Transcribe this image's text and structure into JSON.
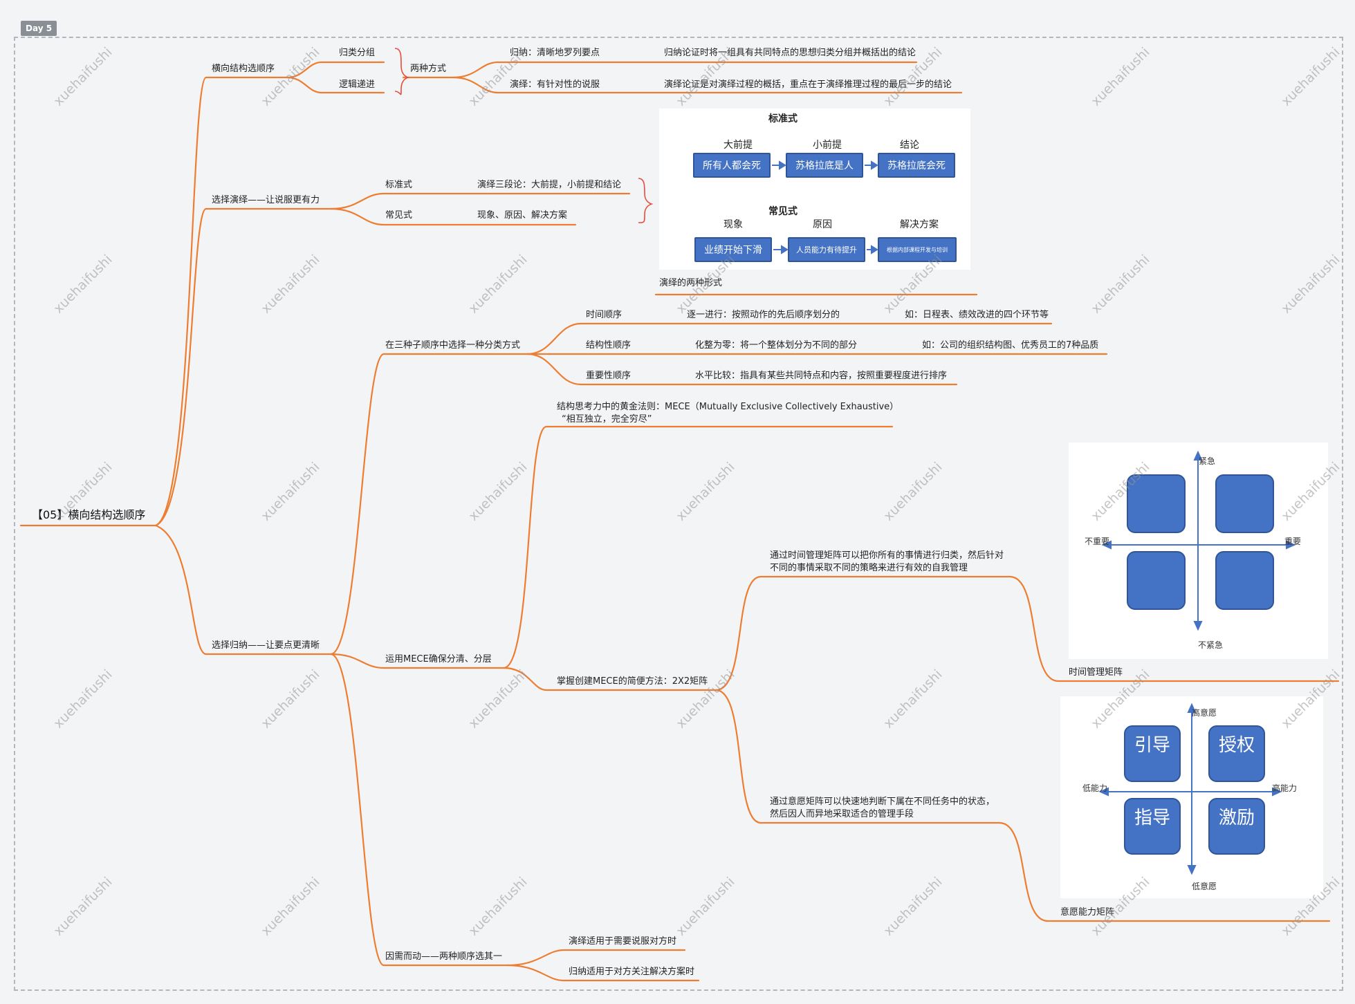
{
  "day_tag": "Day 5",
  "watermark": "xuehaifushi",
  "root": "【05】横向结构选顺序",
  "branches": {
    "b1": {
      "label": "横向结构选顺序",
      "group": "归类分组",
      "logic": "逻辑递进",
      "two_ways": "两种方式",
      "induction": "归纳：清晰地罗列要点",
      "induction_note": "归纳论证时将一组具有共同特点的思想归类分组并概括出的结论",
      "deduction": "演绎：有针对性的说服",
      "deduction_note": "演绎论证是对演绎过程的概括，重点在于演绎推理过程的最后一步的结论"
    },
    "b2": {
      "label": "选择演绎——让说服更有力",
      "standard": "标准式",
      "standard_note": "演绎三段论：大前提，小前提和结论",
      "common": "常见式",
      "common_note": "现象、原因、解决方案",
      "image_caption": "演绎的两种形式"
    },
    "b3": {
      "label": "选择归纳——让要点更清晰",
      "order": {
        "label": "在三种子顺序中选择一种分类方式",
        "time": "时间顺序",
        "time_note": "逐一进行：按照动作的先后顺序划分的",
        "time_example": "如：日程表、绩效改进的四个环节等",
        "structure": "结构性顺序",
        "structure_note": "化整为零：将一个整体划分为不同的部分",
        "structure_example": "如：公司的组织结构图、优秀员工的7种品质",
        "importance": "重要性顺序",
        "importance_note": "水平比较：指具有某些共同特点和内容，按照重要程度进行排序"
      },
      "mece": {
        "label": "运用MECE确保分清、分层",
        "golden_rule_line1": "结构思考力中的黄金法则：MECE（Mutually Exclusive Collectively Exhaustive）",
        "golden_rule_line2": "“相互独立，完全穷尽”",
        "matrix_method": "掌握创建MECE的简便方法：2X2矩阵",
        "time_matrix_desc_line1": "通过时间管理矩阵可以把你所有的事情进行归类，然后针对",
        "time_matrix_desc_line2": "不同的事情采取不同的策略来进行有效的自我管理",
        "time_matrix_label": "时间管理矩阵",
        "will_matrix_desc_line1": "通过意愿矩阵可以快速地判断下属在不同任务中的状态，",
        "will_matrix_desc_line2": "然后因人而异地采取适合的管理手段",
        "will_matrix_label": "意愿能力矩阵"
      },
      "choose": {
        "label": "因需而动——两种顺序选其一",
        "deduct_use": "演绎适用于需要说服对方时",
        "induct_use": "归纳适用于对方关注解决方案时"
      }
    }
  },
  "deduction_forms_image": {
    "standard_title": "标准式",
    "standard_heads": [
      "大前提",
      "小前提",
      "结论"
    ],
    "standard_boxes": [
      "所有人都会死",
      "苏格拉底是人",
      "苏格拉底会死"
    ],
    "common_title": "常见式",
    "common_heads": [
      "现象",
      "原因",
      "解决方案"
    ],
    "common_boxes": [
      "业绩开始下滑",
      "人员能力有待提升",
      "根据内部课程开发与培训"
    ]
  },
  "time_matrix_image": {
    "top": "紧急",
    "bottom": "不紧急",
    "left": "不重要",
    "right": "重要"
  },
  "will_matrix_image": {
    "top": "高意愿",
    "bottom": "低意愿",
    "left": "低能力",
    "right": "高能力",
    "quadrants": [
      "引导",
      "授权",
      "指导",
      "激励"
    ]
  },
  "colors": {
    "branch_line": "#ed7d31",
    "box_fill": "#4472c4",
    "box_border": "#2f5597",
    "brace": "#e74c3c",
    "canvas": "#f3f4f6"
  }
}
